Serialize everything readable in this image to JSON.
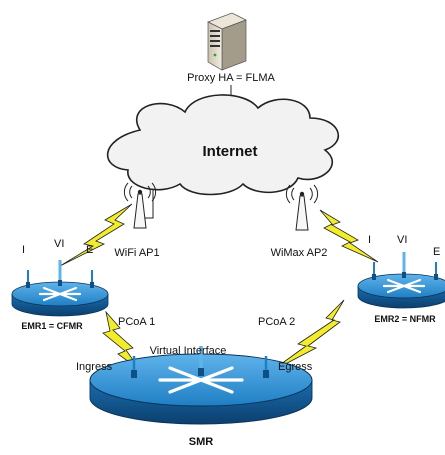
{
  "nodes": {
    "server": {
      "label": "Proxy HA = FLMA"
    },
    "internet": {
      "label": "Internet"
    },
    "wifi_ap": {
      "label": "WiFi AP1"
    },
    "wimax_ap": {
      "label": "WiMax AP2"
    },
    "emr1": {
      "label": "EMR1 = CFMR",
      "ports": [
        "I",
        "VI",
        "E"
      ]
    },
    "emr2": {
      "label": "EMR2 = NFMR",
      "ports": [
        "I",
        "VI",
        "E"
      ]
    },
    "smr": {
      "label": "SMR"
    }
  },
  "links": {
    "pcoa1": "PCoA 1",
    "pcoa2": "PCoA 2",
    "virtual_interface": "Virtual Interface",
    "ingress": "Ingress",
    "egress": "Egress"
  },
  "colors": {
    "router": "#1f7fc4",
    "router_dark": "#0f4f86",
    "lightning": "#f2ec2a",
    "cloud_fill": "#f2f2f2"
  }
}
